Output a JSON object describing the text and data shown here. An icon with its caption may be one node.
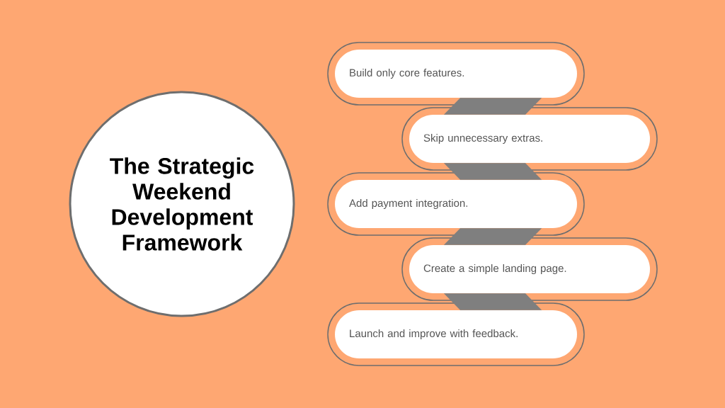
{
  "diagram": {
    "nodes": [
      {
        "text": [
          "The Strategic Weekend Development Framework"
        ]
      },
      {
        "text": [
          "Build only core features."
        ]
      },
      {
        "text": [
          "Skip unnecessary extras."
        ]
      },
      {
        "text": [
          "Add payment integration."
        ]
      },
      {
        "text": [
          "Create a simple landing page."
        ]
      },
      {
        "text": [
          "Launch and improve with feedback."
        ]
      }
    ],
    "edges": [
      {
        "from": 1,
        "to": 2,
        "arrow": "none"
      },
      {
        "from": 2,
        "to": 3,
        "arrow": "none"
      },
      {
        "from": 3,
        "to": 4,
        "arrow": "none"
      },
      {
        "from": 4,
        "to": 5,
        "arrow": "none"
      }
    ]
  }
}
